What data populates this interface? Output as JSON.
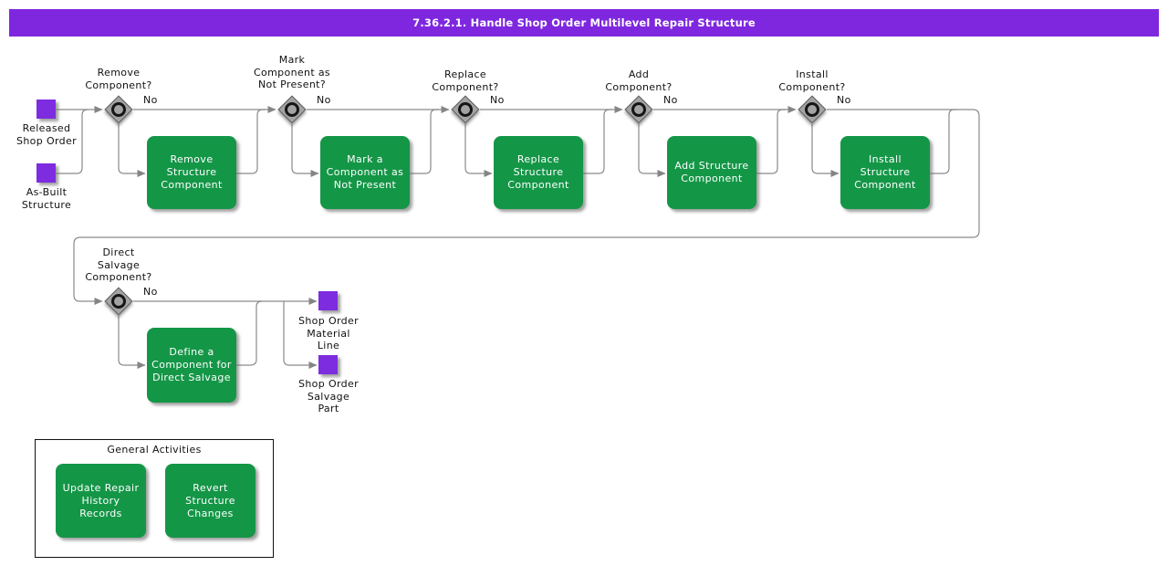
{
  "title": "7.36.2.1. Handle Shop Order Multilevel Repair Structure",
  "colors": {
    "banner": "#7E27DF",
    "activity_green": "#149647",
    "artifact_purple": "#7D2CE0",
    "wire_gray": "#8a8a8a",
    "decision_gray": "#a3a3a3"
  },
  "start_artifacts": [
    {
      "label": "Released\nShop Order"
    },
    {
      "label": "As-Built\nStructure"
    }
  ],
  "decisions": [
    {
      "label": "Remove\nComponent?",
      "branch_label": "No"
    },
    {
      "label": "Mark\nComponent as\nNot Present?",
      "branch_label": "No"
    },
    {
      "label": "Replace\nComponent?",
      "branch_label": "No"
    },
    {
      "label": "Add\nComponent?",
      "branch_label": "No"
    },
    {
      "label": "Install\nComponent?",
      "branch_label": "No"
    },
    {
      "label": "Direct\nSalvage\nComponent?",
      "branch_label": "No"
    }
  ],
  "activities": [
    {
      "label": "Remove\nStructure\nComponent"
    },
    {
      "label": "Mark a\nComponent as\nNot Present"
    },
    {
      "label": "Replace\nStructure\nComponent"
    },
    {
      "label": "Add Structure\nComponent"
    },
    {
      "label": "Install Structure\nComponent"
    },
    {
      "label": "Define a\nComponent for\nDirect Salvage"
    }
  ],
  "output_artifacts": [
    {
      "label": "Shop Order\nMaterial\nLine"
    },
    {
      "label": "Shop Order\nSalvage\nPart"
    }
  ],
  "general_activities": {
    "title": "General Activities",
    "items": [
      {
        "label": "Update Repair\nHistory Records"
      },
      {
        "label": "Revert Structure\nChanges"
      }
    ]
  }
}
